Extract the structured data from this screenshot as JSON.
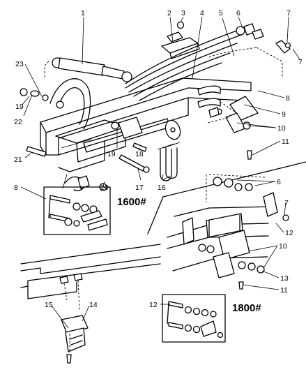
{
  "diagram": {
    "variant_labels": {
      "v1600": "1600#",
      "v1800": "1800#"
    },
    "callouts": {
      "c1": "1",
      "c2": "2",
      "c3": "3",
      "c4": "4",
      "c5": "5",
      "c6a": "6",
      "c6b": "6",
      "c7a": "7",
      "c7b": "7",
      "c8a": "8",
      "c8b": "8",
      "c9": "9",
      "c10a": "10",
      "c10b": "10",
      "c11a": "11",
      "c11b": "11",
      "c12a": "12",
      "c12b": "12",
      "c13": "13",
      "c14": "14",
      "c15": "15",
      "c16": "16",
      "c17": "17",
      "c18": "18",
      "c19a": "19",
      "c19b": "19",
      "c20": "20",
      "c21": "21",
      "c22": "22",
      "c23": "23"
    }
  }
}
